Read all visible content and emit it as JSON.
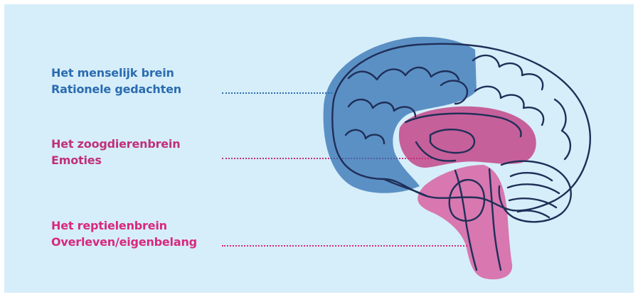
{
  "colors": {
    "background": "#d6eef9",
    "human_brain": "#2b6cb0",
    "mammal_brain": "#c0307a",
    "reptile_brain": "#d8287e",
    "outline": "#1f2f58"
  },
  "labels": {
    "human": {
      "line1": "Het menselijk brein",
      "line2": "Rationele gedachten"
    },
    "mammal": {
      "line1": "Het zoogdierenbrein",
      "line2": "Emoties"
    },
    "reptile": {
      "line1": "Het reptielenbrein",
      "line2": "Overleven/eigenbelang"
    }
  }
}
